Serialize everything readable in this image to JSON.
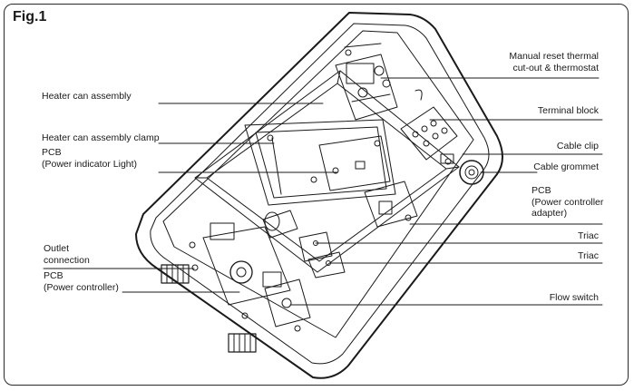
{
  "figure": {
    "title": "Fig.1"
  },
  "labels": {
    "heater_can_assembly": "Heater can assembly",
    "heater_can_assembly_clamp": "Heater can assembly clamp",
    "pcb_power_indicator_line1": "PCB",
    "pcb_power_indicator_line2": "(Power indicator Light)",
    "outlet_connection_line1": "Outlet",
    "outlet_connection_line2": "connection",
    "pcb_power_controller_line1": "PCB",
    "pcb_power_controller_line2": "(Power controller)",
    "manual_reset_line1": "Manual reset thermal",
    "manual_reset_line2": "cut-out & thermostat",
    "terminal_block": "Terminal block",
    "cable_clip": "Cable clip",
    "cable_grommet": "Cable grommet",
    "pcb_adapter_line1": "PCB",
    "pcb_adapter_line2": "(Power controller",
    "pcb_adapter_line3": "adapter)",
    "triac_1": "Triac",
    "triac_2": "Triac",
    "flow_switch": "Flow switch"
  },
  "colors": {
    "line": "#1a1a1a",
    "background": "#ffffff"
  }
}
